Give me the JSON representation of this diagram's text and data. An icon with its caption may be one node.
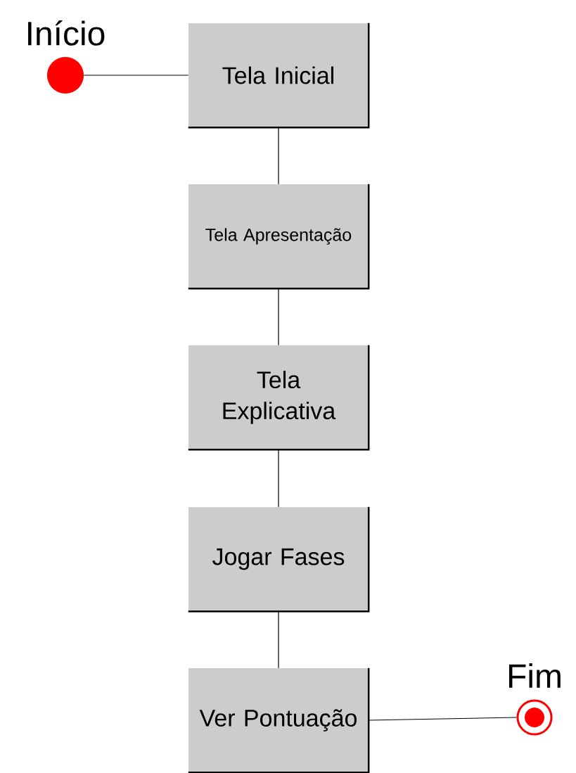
{
  "diagram": {
    "nodes": [
      {
        "text": [
          "Início"
        ]
      },
      {
        "text": [
          "Tela Inicial"
        ]
      },
      {
        "text": [
          "Tela Apresentação"
        ]
      },
      {
        "text": [
          "Tela Explicativa"
        ]
      },
      {
        "text": [
          "Jogar Fases"
        ]
      },
      {
        "text": [
          "Ver Pontuação"
        ]
      },
      {
        "text": [
          "Fim"
        ]
      }
    ],
    "edges": [
      {
        "from": 0,
        "to": 1,
        "arrow": "none"
      },
      {
        "from": 1,
        "to": 2,
        "arrow": "none"
      },
      {
        "from": 2,
        "to": 3,
        "arrow": "none"
      },
      {
        "from": 3,
        "to": 4,
        "arrow": "none"
      },
      {
        "from": 4,
        "to": 5,
        "arrow": "none"
      },
      {
        "from": 5,
        "to": 6,
        "arrow": "none"
      }
    ]
  }
}
